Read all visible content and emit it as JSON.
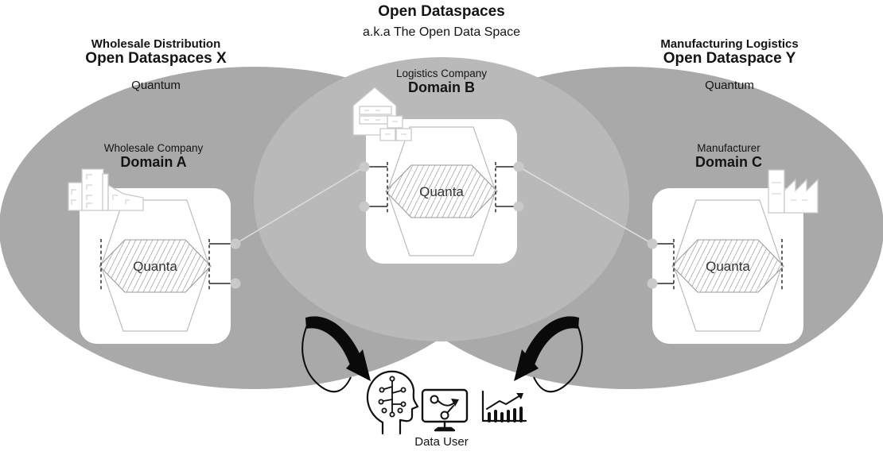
{
  "header": {
    "title": "Open Dataspaces",
    "subtitle": "a.k.a The Open Data Space"
  },
  "spaces": {
    "left": {
      "industry": "Wholesale Distribution",
      "name": "Open Dataspaces X",
      "platform": "Quantum"
    },
    "right": {
      "industry": "Manufacturing Logistics",
      "name": "Open Dataspace Y",
      "platform": "Quantum"
    }
  },
  "domains": [
    {
      "company": "Wholesale Company",
      "name": "Domain A",
      "data_unit": "Quanta",
      "icon": "office-building-icon"
    },
    {
      "company": "Logistics Company",
      "name": "Domain B",
      "data_unit": "Quanta",
      "icon": "warehouse-icon"
    },
    {
      "company": "Manufacturer",
      "name": "Domain C",
      "data_unit": "Quanta",
      "icon": "factory-icon"
    }
  ],
  "data_user": {
    "label": "Data User",
    "icons": [
      "ai-head-icon",
      "strategy-monitor-icon",
      "growth-chart-icon"
    ]
  },
  "colors": {
    "outer_ellipse": "#a9a9a9",
    "middle_ellipse": "#b9b9b9",
    "card": "#ffffff",
    "connector_dot": "#c9c9c9",
    "link_line": "#dcdcdc",
    "ink": "#141414"
  }
}
